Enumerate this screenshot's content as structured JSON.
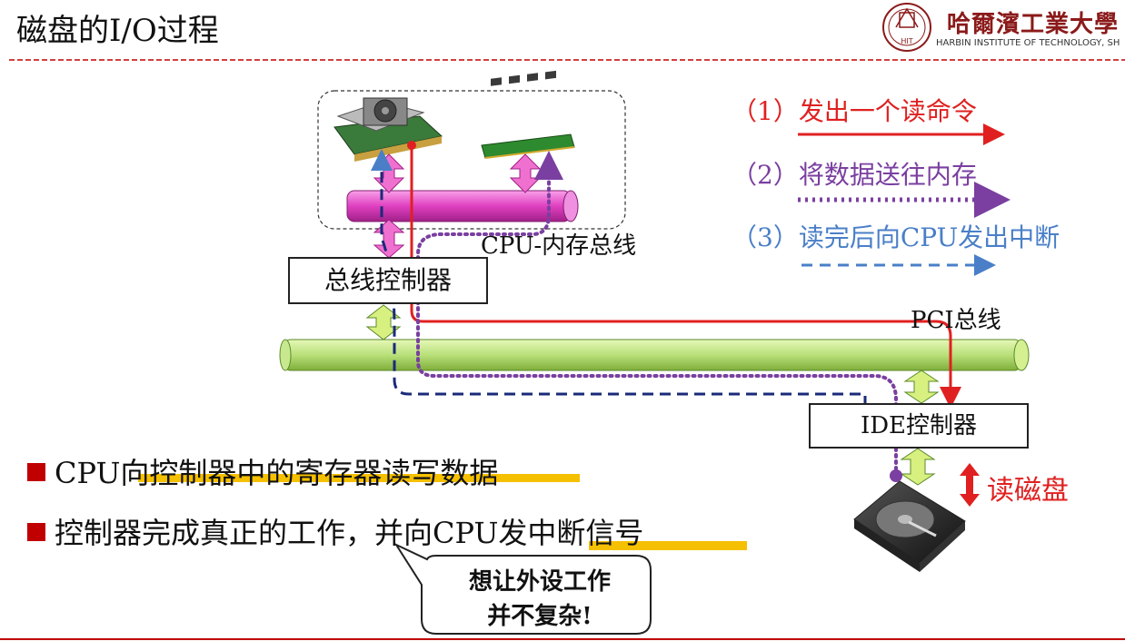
{
  "header": {
    "title": "磁盘的I/O过程",
    "logo_cn": "哈爾濱工業大學",
    "logo_en": "HARBIN INSTITUTE OF TECHNOLOGY, SH",
    "logo_seal_text": "HIT 1920"
  },
  "diagram": {
    "bus_controller": "总线控制器",
    "ide_controller": "IDE控制器",
    "cpu_memory_bus": "CPU-内存总线",
    "pci_bus": "PCI总线",
    "read_disk": "读磁盘"
  },
  "legend": [
    {
      "label": "（1）发出一个读命令",
      "color": "#e02020",
      "style": "solid"
    },
    {
      "label": "（2）将数据送往内存",
      "color": "#7a3fa0",
      "style": "dotted"
    },
    {
      "label": "（3）读完后向CPU发出中断",
      "color": "#4a7fc8",
      "style": "dashed"
    }
  ],
  "bullets": [
    "CPU向控制器中的寄存器读写数据",
    "控制器完成真正的工作，并向CPU发中断信号"
  ],
  "callout": {
    "line1": "想让外设工作",
    "line2": "并不复杂!"
  },
  "colors": {
    "accent_red": "#c00000",
    "highlight": "#f5c000",
    "bus_green": "#b8e07a",
    "bus_pink": "#e040c0"
  }
}
